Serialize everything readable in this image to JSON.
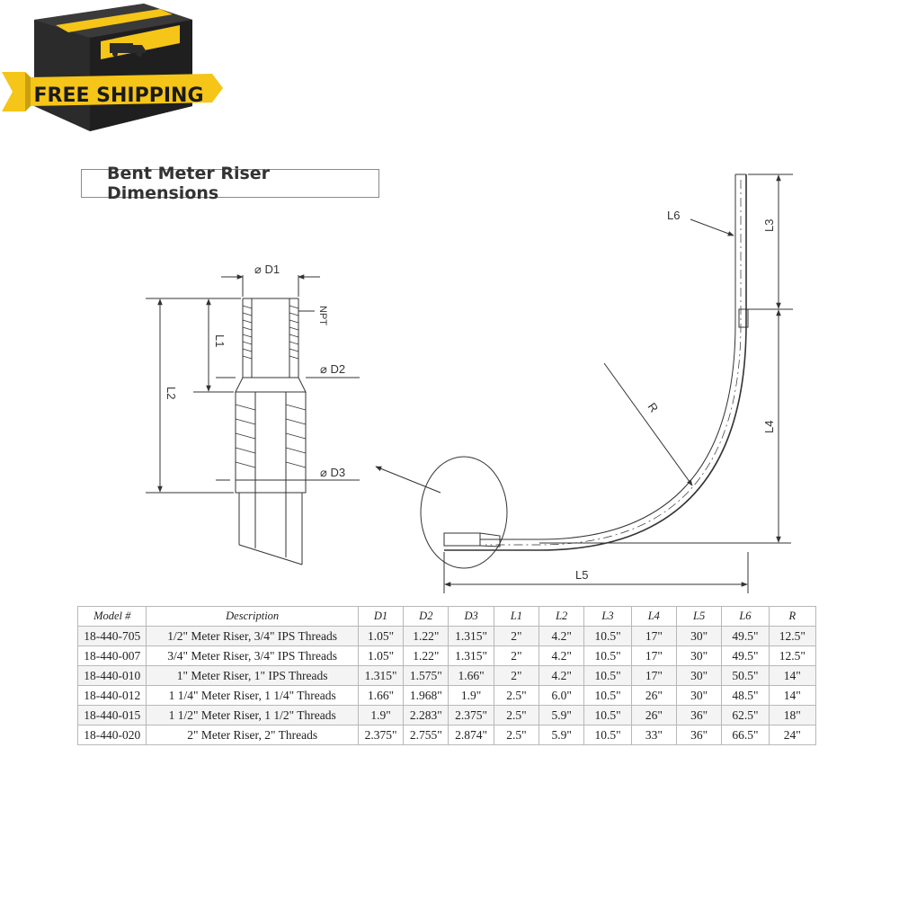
{
  "badge": {
    "label": "FREE SHIPPING",
    "icon": "delivery-truck-icon",
    "colors": {
      "box": "#2b2b2b",
      "banner": "#f5c518",
      "text": "#1a1a1a"
    }
  },
  "title": "Bent Meter Riser Dimensions",
  "diagram": {
    "labels": {
      "d1": "D1",
      "d2": "D2",
      "d3": "D3",
      "l1": "L1",
      "l2": "L2",
      "l3": "L3",
      "l4": "L4",
      "l5": "L5",
      "l6": "L6",
      "r": "R",
      "npt": "NPT"
    }
  },
  "table": {
    "columns": [
      "Model #",
      "Description",
      "D1",
      "D2",
      "D3",
      "L1",
      "L2",
      "L3",
      "L4",
      "L5",
      "L6",
      "R"
    ],
    "rows": [
      [
        "18-440-705",
        "1/2\" Meter Riser, 3/4\" IPS Threads",
        "1.05\"",
        "1.22\"",
        "1.315\"",
        "2\"",
        "4.2\"",
        "10.5\"",
        "17\"",
        "30\"",
        "49.5\"",
        "12.5\""
      ],
      [
        "18-440-007",
        "3/4\" Meter Riser, 3/4\" IPS Threads",
        "1.05\"",
        "1.22\"",
        "1.315\"",
        "2\"",
        "4.2\"",
        "10.5\"",
        "17\"",
        "30\"",
        "49.5\"",
        "12.5\""
      ],
      [
        "18-440-010",
        "1\" Meter Riser, 1\" IPS Threads",
        "1.315\"",
        "1.575\"",
        "1.66\"",
        "2\"",
        "4.2\"",
        "10.5\"",
        "17\"",
        "30\"",
        "50.5\"",
        "14\""
      ],
      [
        "18-440-012",
        "1 1/4\" Meter Riser, 1 1/4\" Threads",
        "1.66\"",
        "1.968\"",
        "1.9\"",
        "2.5\"",
        "6.0\"",
        "10.5\"",
        "26\"",
        "30\"",
        "48.5\"",
        "14\""
      ],
      [
        "18-440-015",
        "1 1/2\" Meter Riser, 1 1/2\" Threads",
        "1.9\"",
        "2.283\"",
        "2.375\"",
        "2.5\"",
        "5.9\"",
        "10.5\"",
        "26\"",
        "36\"",
        "62.5\"",
        "18\""
      ],
      [
        "18-440-020",
        "2\" Meter Riser, 2\" Threads",
        "2.375\"",
        "2.755\"",
        "2.874\"",
        "2.5\"",
        "5.9\"",
        "10.5\"",
        "33\"",
        "36\"",
        "66.5\"",
        "24\""
      ]
    ]
  }
}
